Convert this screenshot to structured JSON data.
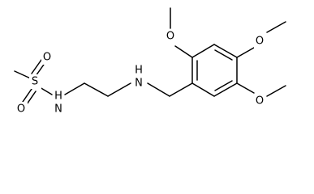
{
  "molecule": {
    "atoms": {
      "sulfur": "S",
      "sulfonyl_oxygen_top": "O",
      "sulfonyl_oxygen_bottom": "O",
      "sulfonamide_nitrogen": "N",
      "sulfonamide_hydrogen": "H",
      "amine_nitrogen": "N",
      "amine_hydrogen": "H",
      "methoxy_oxygen_2": "O",
      "methoxy_oxygen_4": "O",
      "methoxy_oxygen_5": "O"
    }
  }
}
